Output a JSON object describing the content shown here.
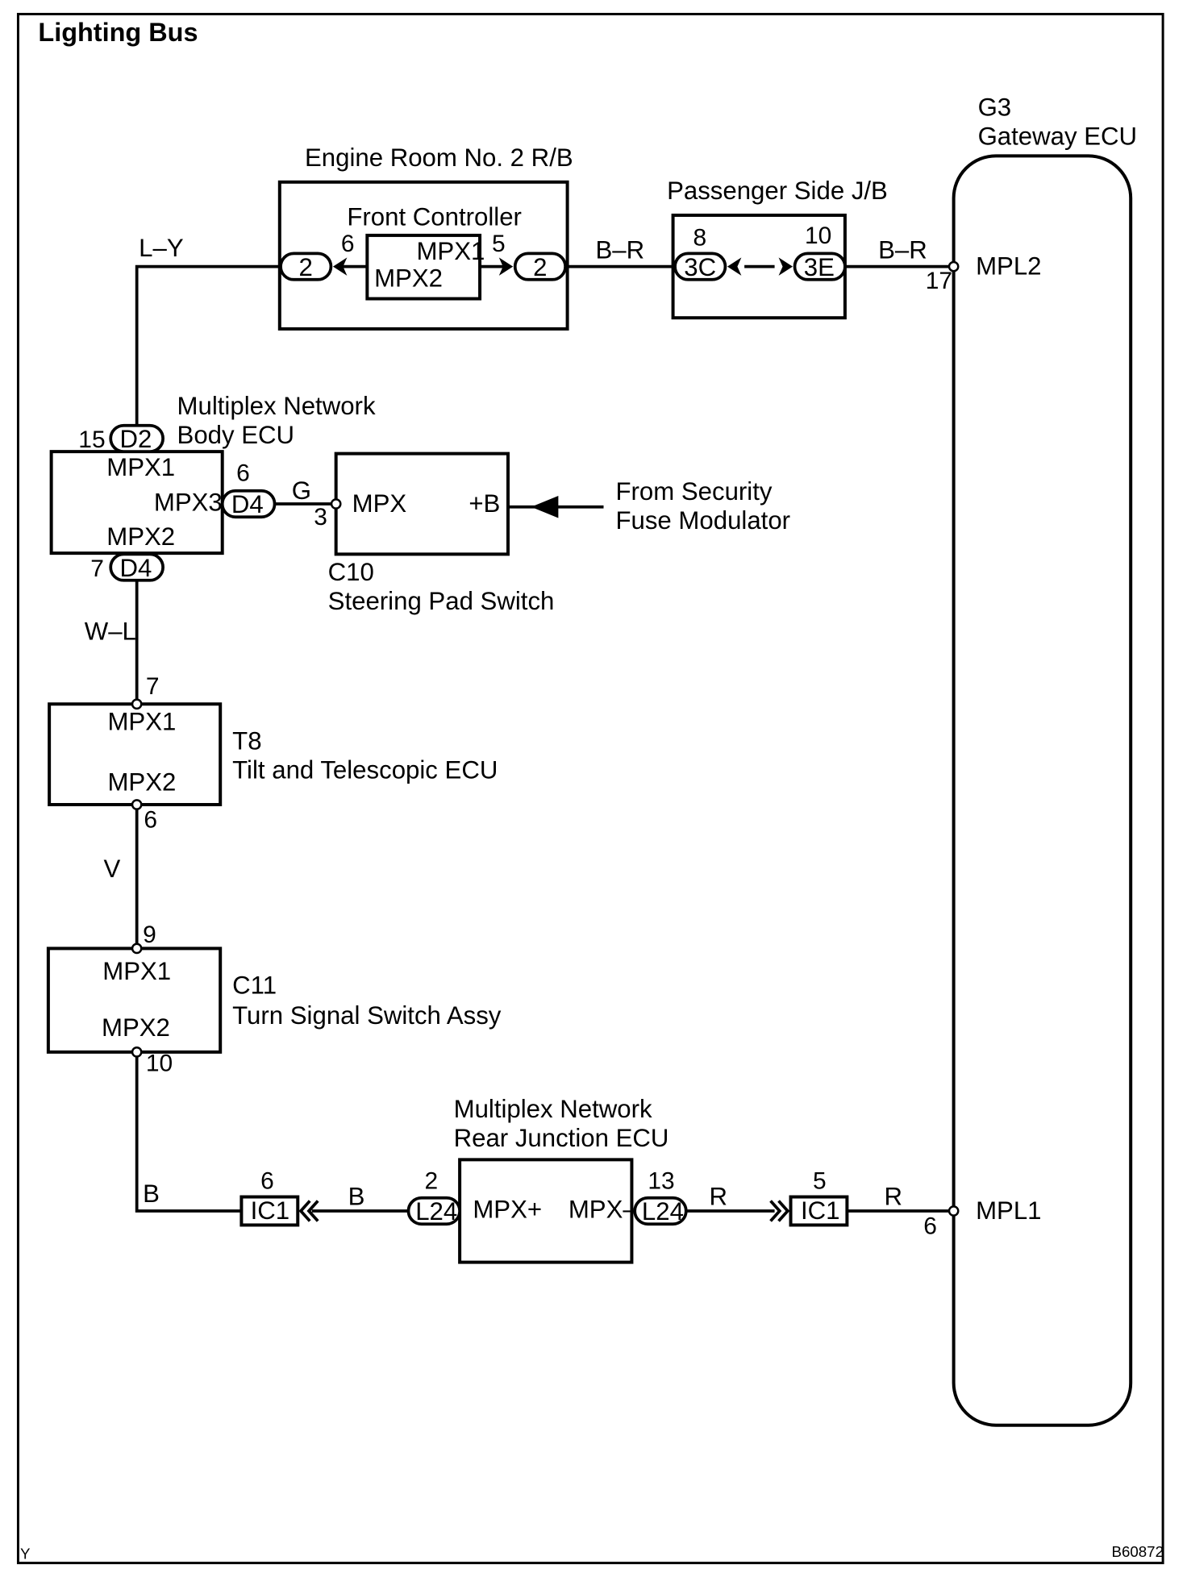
{
  "diagram": {
    "title": "Lighting Bus",
    "corner_left": "Y",
    "corner_right": "B60872"
  },
  "wires": {
    "ly": "L–Y",
    "br_left": "B–R",
    "br_right": "B–R",
    "g": "G",
    "wl": "W–L",
    "v": "V",
    "b_left": "B",
    "b_mid": "B",
    "r_left": "R",
    "r_right": "R"
  },
  "gateway": {
    "code": "G3",
    "name": "Gateway ECU",
    "mpl2": "MPL2",
    "mpl2_pin": "17",
    "mpl1": "MPL1",
    "mpl1_pin": "6"
  },
  "engine_room": {
    "name": "Engine Room No. 2 R/B",
    "controller": "Front Controller",
    "mpx1": "MPX1",
    "mpx2": "MPX2",
    "left_conn": "2",
    "left_pin": "6",
    "right_conn": "2",
    "right_pin": "5"
  },
  "passenger_jb": {
    "name": "Passenger Side J/B",
    "left_conn": "3C",
    "left_pin": "8",
    "right_conn": "3E",
    "right_pin": "10"
  },
  "body_ecu": {
    "name_line1": "Multiplex Network",
    "name_line2": "Body ECU",
    "mpx1": "MPX1",
    "mpx2": "MPX2",
    "mpx3": "MPX3",
    "top_conn": "D2",
    "top_pin": "15",
    "right_conn": "D4",
    "right_pin": "6",
    "bottom_conn": "D4",
    "bottom_pin": "7"
  },
  "steering_pad": {
    "code": "C10",
    "name": "Steering Pad Switch",
    "mpx": "MPX",
    "plus_b": "+B",
    "pin": "3",
    "from_line1": "From Security",
    "from_line2": "Fuse Modulator"
  },
  "tilt_ecu": {
    "code": "T8",
    "name": "Tilt and Telescopic ECU",
    "mpx1": "MPX1",
    "mpx2": "MPX2",
    "top_pin": "7",
    "bottom_pin": "6"
  },
  "turn_switch": {
    "code": "C11",
    "name": "Turn Signal Switch Assy",
    "mpx1": "MPX1",
    "mpx2": "MPX2",
    "top_pin": "9",
    "bottom_pin": "10"
  },
  "rear_ecu": {
    "name_line1": "Multiplex Network",
    "name_line2": "Rear Junction ECU",
    "mpx_plus": "MPX+",
    "mpx_minus": "MPX–",
    "left_conn": "L24",
    "left_pin": "2",
    "right_conn": "L24",
    "right_pin": "13"
  },
  "ic1_left": {
    "label": "IC1",
    "pin": "6"
  },
  "ic1_right": {
    "label": "IC1",
    "pin": "5"
  }
}
